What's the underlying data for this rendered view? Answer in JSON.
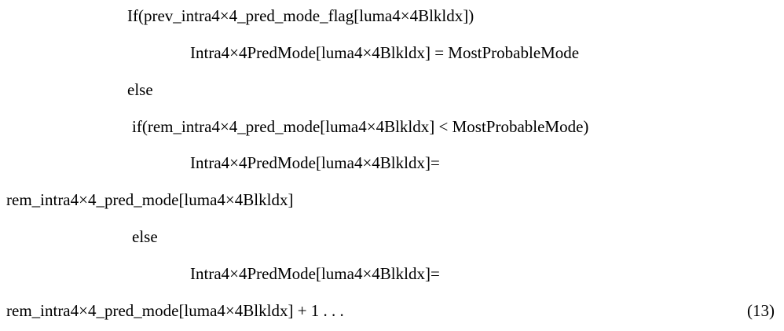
{
  "lines": [
    "If(prev_intra4×4_pred_mode_flag[luma4×4Blkldx])",
    "Intra4×4PredMode[luma4×4Blkldx] = MostProbableMode",
    "else",
    "if(rem_intra4×4_pred_mode[luma4×4Blkldx] < MostProbableMode)",
    "Intra4×4PredMode[luma4×4Blkldx]=",
    "rem_intra4×4_pred_mode[luma4×4Blkldx]",
    "else",
    "Intra4×4PredMode[luma4×4Blkldx]=",
    "rem_intra4×4_pred_mode[luma4×4Blkldx] + 1 . . ."
  ],
  "equation_number": "(13)"
}
